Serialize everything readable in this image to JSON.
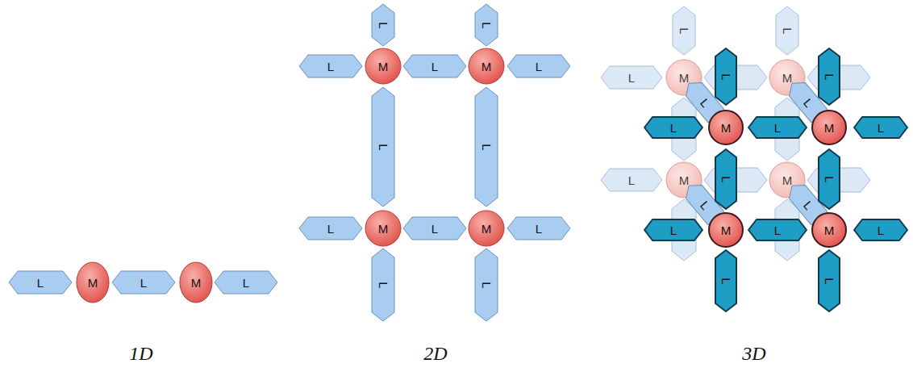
{
  "diagram": {
    "nodes": [
      {
        "text": [
          "L"
        ]
      },
      {
        "text": [
          "M"
        ]
      },
      {
        "text": [
          "L"
        ]
      },
      {
        "text": [
          "M"
        ]
      },
      {
        "text": [
          "L"
        ]
      },
      {
        "text": [
          "L"
        ]
      },
      {
        "text": [
          "M"
        ]
      },
      {
        "text": [
          "L"
        ]
      },
      {
        "text": [
          "M"
        ]
      },
      {
        "text": [
          "L"
        ]
      },
      {
        "text": [
          "L"
        ]
      },
      {
        "text": [
          "M"
        ]
      },
      {
        "text": [
          "L"
        ]
      },
      {
        "text": [
          "M"
        ]
      },
      {
        "text": [
          "L"
        ]
      },
      {
        "text": [
          "L"
        ]
      },
      {
        "text": [
          "L"
        ]
      },
      {
        "text": [
          "L"
        ]
      },
      {
        "text": [
          "L"
        ]
      },
      {
        "text": [
          "L"
        ]
      },
      {
        "text": [
          "L"
        ]
      },
      {
        "text": [
          "M"
        ]
      },
      {
        "text": [
          "M"
        ]
      },
      {
        "text": [
          "M"
        ]
      },
      {
        "text": [
          "M"
        ]
      },
      {
        "text": [
          "L"
        ]
      },
      {
        "text": [
          "L"
        ]
      },
      {
        "text": [
          "L"
        ]
      },
      {
        "text": [
          "L"
        ]
      },
      {
        "text": [
          "L"
        ]
      },
      {
        "text": [
          "L"
        ]
      },
      {
        "text": [
          "L"
        ]
      },
      {
        "text": [
          "L"
        ]
      },
      {
        "text": [
          "L"
        ]
      },
      {
        "text": [
          "M"
        ]
      },
      {
        "text": [
          "L"
        ]
      },
      {
        "text": [
          "M"
        ]
      },
      {
        "text": [
          "L"
        ]
      },
      {
        "text": [
          "L"
        ]
      },
      {
        "text": [
          "M"
        ]
      },
      {
        "text": [
          "L"
        ]
      },
      {
        "text": [
          "M"
        ]
      },
      {
        "text": [
          "L"
        ]
      },
      {
        "text": [
          "L"
        ]
      },
      {
        "text": [
          "L"
        ]
      },
      {
        "text": [
          "L"
        ]
      },
      {
        "text": [
          "L"
        ]
      },
      {
        "text": [
          "L"
        ]
      },
      {
        "text": [
          "L"
        ]
      }
    ],
    "labels": [
      "1D",
      "2D",
      "3D"
    ]
  }
}
